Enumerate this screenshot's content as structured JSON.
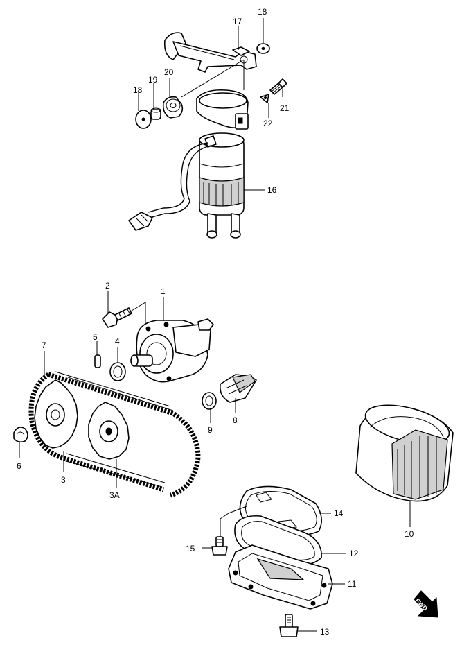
{
  "callouts": [
    {
      "id": "c17",
      "text": "17"
    },
    {
      "id": "c18a",
      "text": "18"
    },
    {
      "id": "c18b",
      "text": "18"
    },
    {
      "id": "c19",
      "text": "19"
    },
    {
      "id": "c20",
      "text": "20"
    },
    {
      "id": "c21",
      "text": "21"
    },
    {
      "id": "c22",
      "text": "22"
    },
    {
      "id": "c16",
      "text": "16"
    },
    {
      "id": "c1",
      "text": "1"
    },
    {
      "id": "c2",
      "text": "2"
    },
    {
      "id": "c4",
      "text": "4"
    },
    {
      "id": "c5",
      "text": "5"
    },
    {
      "id": "c7",
      "text": "7"
    },
    {
      "id": "c6",
      "text": "6"
    },
    {
      "id": "c3",
      "text": "3"
    },
    {
      "id": "c3a",
      "text": "3A"
    },
    {
      "id": "c8",
      "text": "8"
    },
    {
      "id": "c9",
      "text": "9"
    },
    {
      "id": "c10",
      "text": "10"
    },
    {
      "id": "c14",
      "text": "14"
    },
    {
      "id": "c15",
      "text": "15"
    },
    {
      "id": "c12",
      "text": "12"
    },
    {
      "id": "c11",
      "text": "11"
    },
    {
      "id": "c13",
      "text": "13"
    }
  ],
  "direction_arrow": {
    "text": "FWD"
  }
}
